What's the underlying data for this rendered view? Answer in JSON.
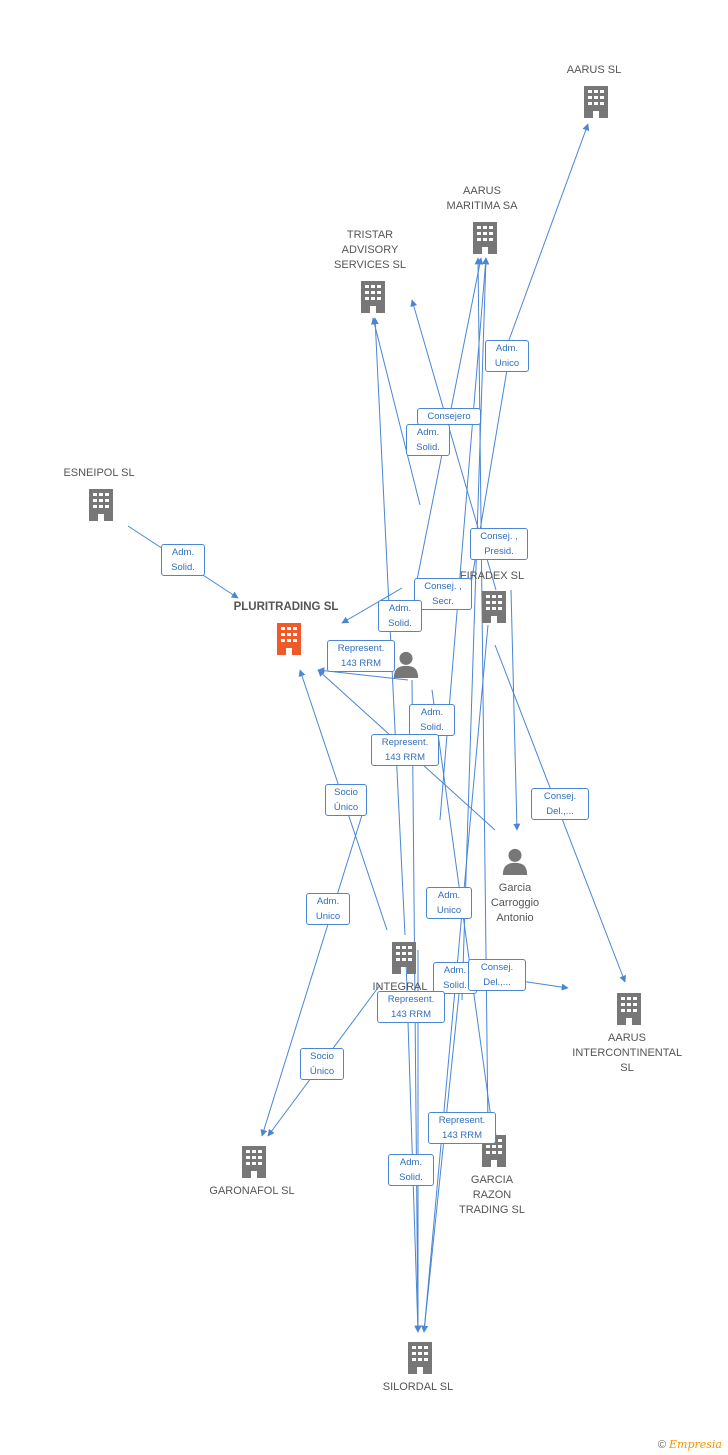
{
  "colors": {
    "edge": "#4a86d4",
    "building": "#777777",
    "building_main": "#f05a2a",
    "person": "#777777"
  },
  "nodes": {
    "aarus_sl": {
      "label": "AARUS SL",
      "icon": "building-icon"
    },
    "aarus_maritima": {
      "label": "AARUS\nMARITIMA SA",
      "icon": "building-icon"
    },
    "tristar": {
      "label": "TRISTAR\nADVISORY\nSERVICES  SL",
      "icon": "building-icon"
    },
    "esneipol": {
      "label": "ESNEIPOL SL",
      "icon": "building-icon"
    },
    "pluritrading": {
      "label": "PLURITRADING SL",
      "icon": "building-icon"
    },
    "firadex": {
      "label": "FIRADEX SL",
      "icon": "building-icon"
    },
    "person_center": {
      "label": "",
      "icon": "person-icon"
    },
    "garcia_carroggio": {
      "label": "Garcia\nCarroggio\nAntonio",
      "icon": "person-icon"
    },
    "integral": {
      "label": "INTEGRAL",
      "icon": "building-icon"
    },
    "aarus_intercontinental": {
      "label": "AARUS\nINTERCONTINENTAL SL",
      "icon": "building-icon"
    },
    "garonafol": {
      "label": "GARONAFOL SL",
      "icon": "building-icon"
    },
    "garcia_razon": {
      "label": "GARCIA\nRAZON\nTRADING SL",
      "icon": "building-icon"
    },
    "silordal": {
      "label": "SILORDAL SL",
      "icon": "building-icon"
    }
  },
  "edge_labels": [
    {
      "id": "adm-unico-1",
      "text": "Adm.\nUnico"
    },
    {
      "id": "consejero",
      "text": "Consejero"
    },
    {
      "id": "adm-solid-1",
      "text": "Adm.\nSolid."
    },
    {
      "id": "adm-solid-2",
      "text": "Adm.\nSolid."
    },
    {
      "id": "consej-presid",
      "text": "Consej. ,\nPresid."
    },
    {
      "id": "consej-secr",
      "text": "Consej. ,\nSecr."
    },
    {
      "id": "adm-solid-3",
      "text": "Adm.\nSolid."
    },
    {
      "id": "represent-1",
      "text": "Represent.\n143 RRM"
    },
    {
      "id": "adm-solid-4",
      "text": "Adm.\nSolid."
    },
    {
      "id": "represent-2",
      "text": "Represent.\n143 RRM"
    },
    {
      "id": "socio-unico-1",
      "text": "Socio\nÚnico"
    },
    {
      "id": "consej-del-1",
      "text": "Consej.\nDel.,..."
    },
    {
      "id": "adm-unico-2",
      "text": "Adm.\nUnico"
    },
    {
      "id": "adm-unico-3",
      "text": "Adm.\nUnico"
    },
    {
      "id": "adm-solid-5",
      "text": "Adm.\nSolid."
    },
    {
      "id": "consej-del-2",
      "text": "Consej.\nDel.,..."
    },
    {
      "id": "represent-3",
      "text": "Represent.\n143 RRM"
    },
    {
      "id": "socio-unico-2",
      "text": "Socio\nÚnico"
    },
    {
      "id": "represent-4",
      "text": "Represent.\n143 RRM"
    },
    {
      "id": "adm-solid-6",
      "text": "Adm.\nSolid."
    }
  ],
  "footer": {
    "copyright": "©",
    "brand": "Empresia"
  }
}
